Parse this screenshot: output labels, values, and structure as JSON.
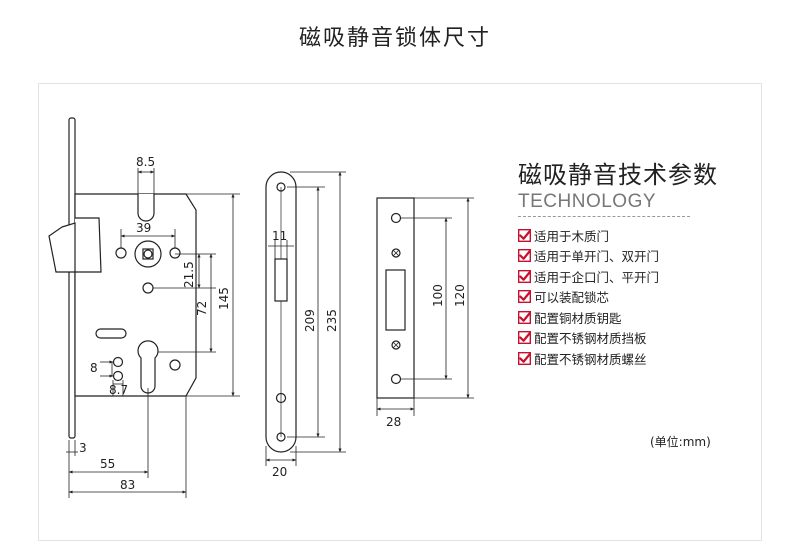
{
  "page": {
    "title": "磁吸静音锁体尺寸"
  },
  "params": {
    "title": "磁吸静音技术参数",
    "subtitle": "TECHNOLOGY",
    "check_color": "#c8102e",
    "features": [
      "适用于木质门",
      "适用于单开门、双开门",
      "适用于企口门、平开门",
      "可以装配锁芯",
      "配置铜材质钥匙",
      "配置不锈钢材质挡板",
      "配置不锈钢材质螺丝"
    ]
  },
  "unit_note": "(单位:mm)",
  "dimensions": {
    "lock_body": {
      "d8_5": "8.5",
      "d39": "39",
      "d21_5": "21.5",
      "d72": "72",
      "d145": "145",
      "d8": "8",
      "d8_7": "8.7",
      "d3": "3",
      "d55": "55",
      "d83": "83"
    },
    "faceplate": {
      "d11": "11",
      "d209": "209",
      "d235": "235",
      "d20": "20"
    },
    "strike_plate": {
      "d100": "100",
      "d120": "120",
      "d28": "28"
    }
  }
}
